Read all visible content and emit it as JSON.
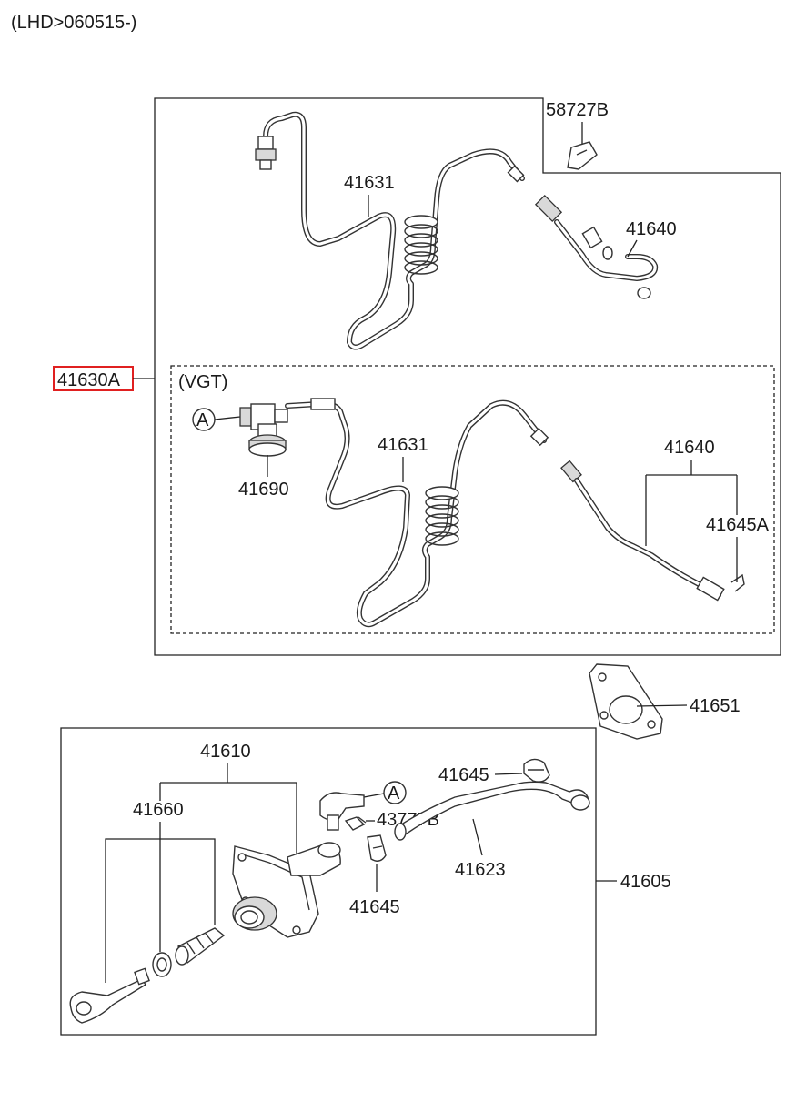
{
  "header": {
    "note": "(LHD>060515-)"
  },
  "colors": {
    "highlight_box": "#e02020",
    "line": "#222222"
  },
  "upper_assembly": {
    "group_label": "41630A",
    "parts": {
      "bracket": "58727B",
      "tube_top": "41631",
      "hose_top": "41640"
    },
    "vgt_section": {
      "label": "(VGT)",
      "ref_marker": "A",
      "connector": "41690",
      "tube": "41631",
      "hose": "41640",
      "clip": "41645A"
    }
  },
  "gasket": {
    "label": "41651"
  },
  "lower_assembly": {
    "group_label": "41605",
    "parts": {
      "cylinder": "41610",
      "boot": "41660",
      "clip_top": "41645",
      "ref_marker": "A",
      "fitting": "43777B",
      "hose": "41623",
      "clip_bottom": "41645"
    }
  }
}
